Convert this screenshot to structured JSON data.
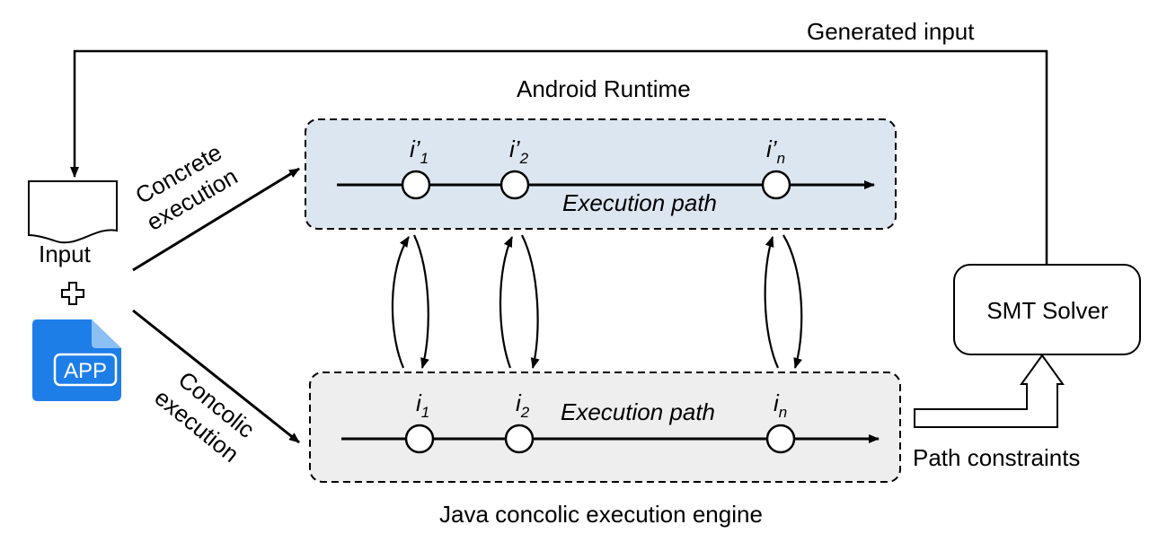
{
  "labels": {
    "generated_input": "Generated input",
    "android_runtime": "Android Runtime",
    "java_engine": "Java concolic execution engine",
    "input": "Input",
    "concrete_line1": "Concrete",
    "concrete_line2": "execution",
    "concolic_line1": "Concolic",
    "concolic_line2": "execution",
    "execution_path_top": "Execution path",
    "execution_path_bottom": "Execution path",
    "smt_solver": "SMT Solver",
    "path_constraints": "Path constraints",
    "app_icon_text": "APP"
  },
  "top_nodes": [
    {
      "base": "i’",
      "sub": "1"
    },
    {
      "base": "i’",
      "sub": "2"
    },
    {
      "base": "i’",
      "sub": "n"
    }
  ],
  "bottom_nodes": [
    {
      "base": "i",
      "sub": "1"
    },
    {
      "base": "i",
      "sub": "2"
    },
    {
      "base": "i",
      "sub": "n"
    }
  ],
  "colors": {
    "android_box_fill": "#dce6f0",
    "java_box_fill": "#eeeeee",
    "app_icon_blue": "#1e7ee8",
    "stroke": "#000000"
  }
}
